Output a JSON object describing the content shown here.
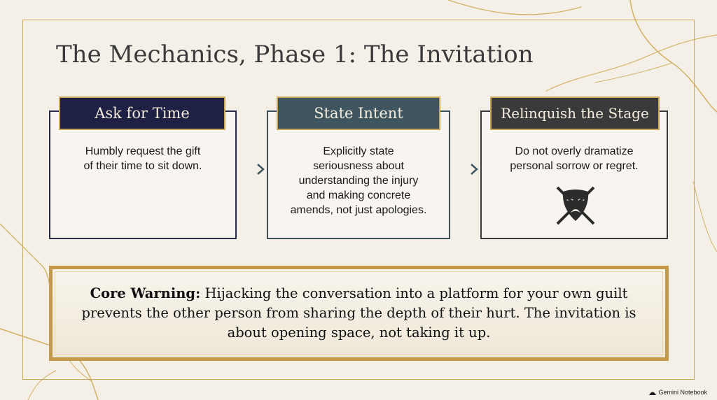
{
  "title": "The Mechanics, Phase 1: The Invitation",
  "cards": [
    {
      "header": "Ask for Time",
      "body": "Humbly request the gift\nof their time to sit down."
    },
    {
      "header": "State Intent",
      "body": "Explicitly state\nseriousness about\nunderstanding the injury\nand making concrete\namends, not just apologies."
    },
    {
      "header": "Relinquish the Stage",
      "body": "Do not overly dramatize\npersonal sorrow or regret.",
      "icon": "crossed-out-mask-icon"
    }
  ],
  "warning": {
    "label": "Core Warning:",
    "text": " Hijacking the conversation into a platform for your own guilt prevents the other person from sharing the depth of their hurt. The invitation is about opening space, not taking it up."
  },
  "brand": "Gemini Notebook",
  "colors": {
    "gold": "#c9a85c",
    "navy": "#1f2144",
    "slate": "#3f5660",
    "charcoal": "#3a3a3a",
    "background": "#f4f0e8"
  }
}
